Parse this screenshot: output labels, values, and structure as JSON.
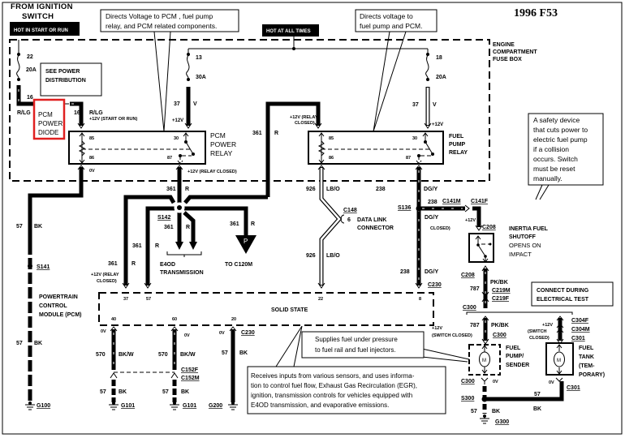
{
  "title": "1996 F53",
  "source": {
    "line1": "FROM IGNITION",
    "line2": "SWITCH"
  },
  "hot_run": "HOT IN START OR RUN",
  "hot_all": "HOT AT ALL TIMES",
  "fuse_box": {
    "line1": "ENGINE",
    "line2": "COMPARTMENT",
    "line3": "FUSE BOX"
  },
  "see_power": {
    "line1": "SEE POWER",
    "line2": "DISTRIBUTION"
  },
  "diode": {
    "line1": "PCM",
    "line2": "POWER",
    "line3": "DIODE",
    "highlight_color": "#e02020"
  },
  "callouts": {
    "pcm_relay": [
      "Directs  Voltage  to  PCM , fuel pump",
      "relay, and PCM related  components."
    ],
    "fuel_relay": [
      "Directs voltage to",
      "fuel pump and PCM."
    ],
    "inertia": [
      "A safety device",
      "that cuts power to",
      "electric fuel pump",
      "if a collision",
      "occurs. Switch",
      "must be reset",
      "manually."
    ],
    "pump": [
      "Supplies fuel under pressure",
      "to fuel rail and fuel injectors."
    ],
    "pcm": [
      "Receives inputs from various sensors, and uses informa-",
      "tion to control fuel flow, Exhaust Gas Recirculation (EGR),",
      "ignition, transmission controls for vehicles equipped with",
      "E4OD transmission, and evaporative emissions."
    ]
  },
  "fuses": {
    "f22": {
      "circuit": "22",
      "rating": "20A"
    },
    "f13": {
      "circuit": "13",
      "rating": "30A"
    },
    "f18": {
      "circuit": "18",
      "rating": "20A"
    }
  },
  "pcm_relay": {
    "line1": "PCM",
    "line2": "POWER",
    "line3": "RELAY",
    "pins": [
      "85",
      "86",
      "30",
      "87"
    ]
  },
  "fuel_relay": {
    "line1": "FUEL",
    "line2": "PUMP",
    "line3": "RELAY",
    "pins": [
      "85",
      "86",
      "30",
      "87"
    ]
  },
  "voltages": {
    "v12": "+12V",
    "v12_run": "+12V (START OR RUN)",
    "relay_closed1": "+12V (RELAY",
    "relay_closed2": "CLOSED)",
    "relay_closed": "+12V (RELAY CLOSED)",
    "switch_closed1": "+12V",
    "switch_closed2": "(SWITCH",
    "switch_closed3": "CLOSED)",
    "switch_closed": "(SWITCH  CLOSED)",
    "zero": "0V"
  },
  "wires": {
    "c16": "16",
    "rlg": "R/LG",
    "c37": "37",
    "v": "V",
    "c361": "361",
    "r": "R",
    "c926": "926",
    "lbo": "LB/O",
    "c238": "238",
    "dgy": "DG/Y",
    "c57": "57",
    "bk": "BK",
    "c570": "570",
    "bkw": "BK/W",
    "c787": "787",
    "pkbk": "PK/BK"
  },
  "splices": {
    "s141": "S141",
    "s142": "S142",
    "s136": "S136",
    "s300": "S300"
  },
  "connectors": {
    "c148": "C148",
    "c148_pin": "6",
    "c141m": "C141M",
    "c141f": "C141F",
    "c208": "C208",
    "c230": "C230",
    "c152f": "C152F",
    "c152m": "C152M",
    "c219m": "C219M",
    "c219f": "C219F",
    "c300": "C300",
    "c304f": "C304F",
    "c304m": "C304M",
    "c301": "C301"
  },
  "grounds": {
    "g100": "G100",
    "g101": "G101",
    "g200": "G200",
    "g300": "G300"
  },
  "data_link": {
    "line1": "DATA LINK",
    "line2": "CONNECTOR"
  },
  "e4od": {
    "line1": "E4OD",
    "line2": "TRANSMISSION"
  },
  "to_c120m": "TO C120M",
  "page_ref": "P",
  "pcm": {
    "line1": "POWERTRAIN",
    "line2": "CONTROL",
    "line3": "MODULE (PCM)",
    "label": "SOLID STATE",
    "pins": {
      "p37": "37",
      "p57": "57",
      "p22": "22",
      "p8": "8",
      "p40": "40",
      "p60": "60",
      "p20": "20"
    }
  },
  "inertia": {
    "line1": "INERTIA FUEL",
    "line2": "SHUTOFF",
    "line3": "OPENS ON",
    "line4": "IMPACT"
  },
  "connect_test": {
    "line1": "CONNECT DURING",
    "line2": "ELECTRICAL TEST"
  },
  "pump": {
    "line1": "FUEL",
    "line2": "PUMP/",
    "line3": "SENDER",
    "motor": "M"
  },
  "tank": {
    "line1": "FUEL",
    "line2": "TANK",
    "line3": "(TEM-",
    "line4": "PORARY)",
    "motor": "M"
  }
}
